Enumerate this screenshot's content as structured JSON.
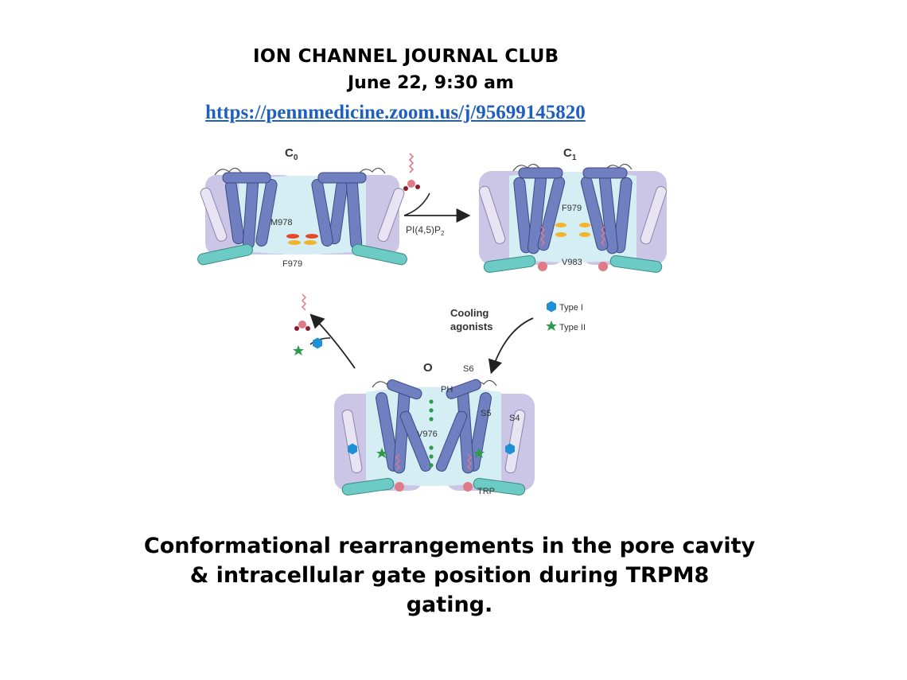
{
  "header": {
    "title": "ION CHANNEL JOURNAL CLUB",
    "date": "June 22, 9:30 am",
    "link_main": "https://pennmedicine.zoom.us/j/9569914582",
    "link_tail": "0"
  },
  "diagram": {
    "state_c0": "C",
    "state_c0_sub": "0",
    "state_c1": "C",
    "state_c1_sub": "1",
    "state_o": "O",
    "c0_labels": [
      "M978",
      "F979"
    ],
    "c1_labels": [
      "F979",
      "V983"
    ],
    "o_labels": [
      "S6",
      "PH",
      "S5",
      "S4",
      "V976",
      "TRP"
    ],
    "pip2_main": "PI(4,5)P",
    "pip2_sub": "2",
    "cooling_line1": "Cooling",
    "cooling_line2": "agonists",
    "type1": "Type I",
    "type2": "Type II",
    "colors": {
      "helix": "#6f7fbf",
      "vsd": "#cbc6e6",
      "pore": "#d4eef4",
      "trp": "#6ccbc4",
      "lipid": "#e07a86",
      "agonist1": "#1f8fd6",
      "agonist2": "#2c9a4a",
      "gate_red": "#e24a2a",
      "gate_yellow": "#f0b52b"
    }
  },
  "caption": "Conformational rearrangements in the pore cavity & intracellular gate position during TRPM8 gating."
}
